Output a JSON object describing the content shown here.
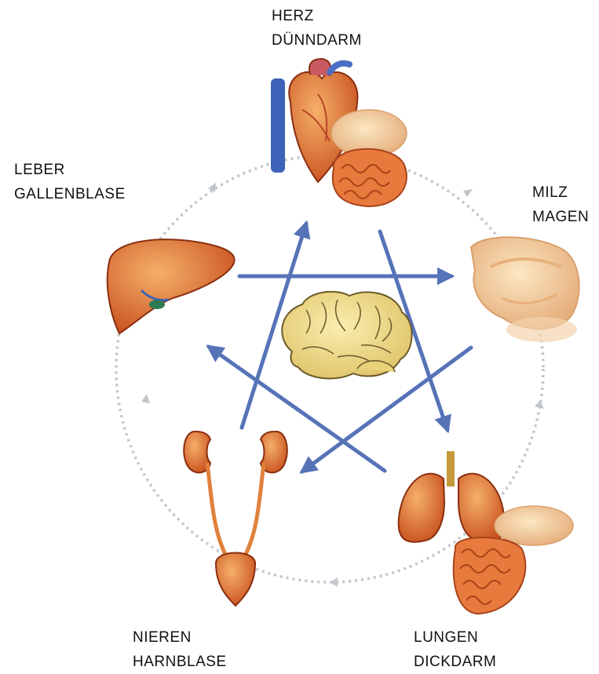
{
  "elements": [
    {
      "id": "heart",
      "lines": [
        "HERZ",
        "DÜNNDARM"
      ],
      "icons": [
        "heart-icon",
        "small-intestine-icon"
      ]
    },
    {
      "id": "spleen",
      "lines": [
        "MILZ",
        "MAGEN"
      ],
      "icons": [
        "stomach-icon"
      ]
    },
    {
      "id": "lung",
      "lines": [
        "LUNGEN",
        "DICKDARM"
      ],
      "icons": [
        "lungs-icon",
        "large-intestine-icon"
      ]
    },
    {
      "id": "kidney",
      "lines": [
        "NIEREN",
        "HARNBLASE"
      ],
      "icons": [
        "kidneys-bladder-icon"
      ]
    },
    {
      "id": "liver",
      "lines": [
        "LEBER",
        "GALLENBLASE"
      ],
      "icons": [
        "liver-icon"
      ]
    }
  ],
  "center_icon": "brain-icon",
  "colors": {
    "control_arrows": "#5673b8",
    "cycle_arrows": "#c2c6cc",
    "organ": "#e0813c",
    "brain": "#f0dc8a"
  }
}
